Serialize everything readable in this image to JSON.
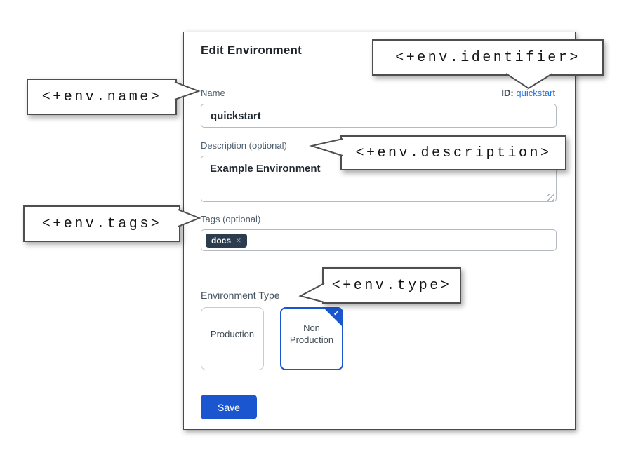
{
  "dialog": {
    "title": "Edit Environment",
    "identifier": {
      "label": "ID:",
      "value": "quickstart"
    },
    "name": {
      "label": "Name",
      "value": "quickstart"
    },
    "description": {
      "label": "Description (optional)",
      "value": "Example Environment"
    },
    "tags": {
      "label": "Tags (optional)",
      "chips": [
        {
          "text": "docs",
          "remove_icon": "×"
        }
      ]
    },
    "environment_type": {
      "label": "Environment Type",
      "options": [
        {
          "label": "Production",
          "selected": false
        },
        {
          "label": "Non Production",
          "selected": true,
          "check_icon": "✓"
        }
      ]
    },
    "save_label": "Save"
  },
  "callouts": {
    "name": "<+env.name>",
    "identifier": "<+env.identifier>",
    "description": "<+env.description>",
    "tags": "<+env.tags>",
    "type": "<+env.type>"
  },
  "colors": {
    "primary_blue": "#1a56cf",
    "link_blue": "#2373e8",
    "chip_bg": "#2b3c4e",
    "label_slate": "#4d5e6d",
    "callout_border": "#4e4e4e"
  }
}
